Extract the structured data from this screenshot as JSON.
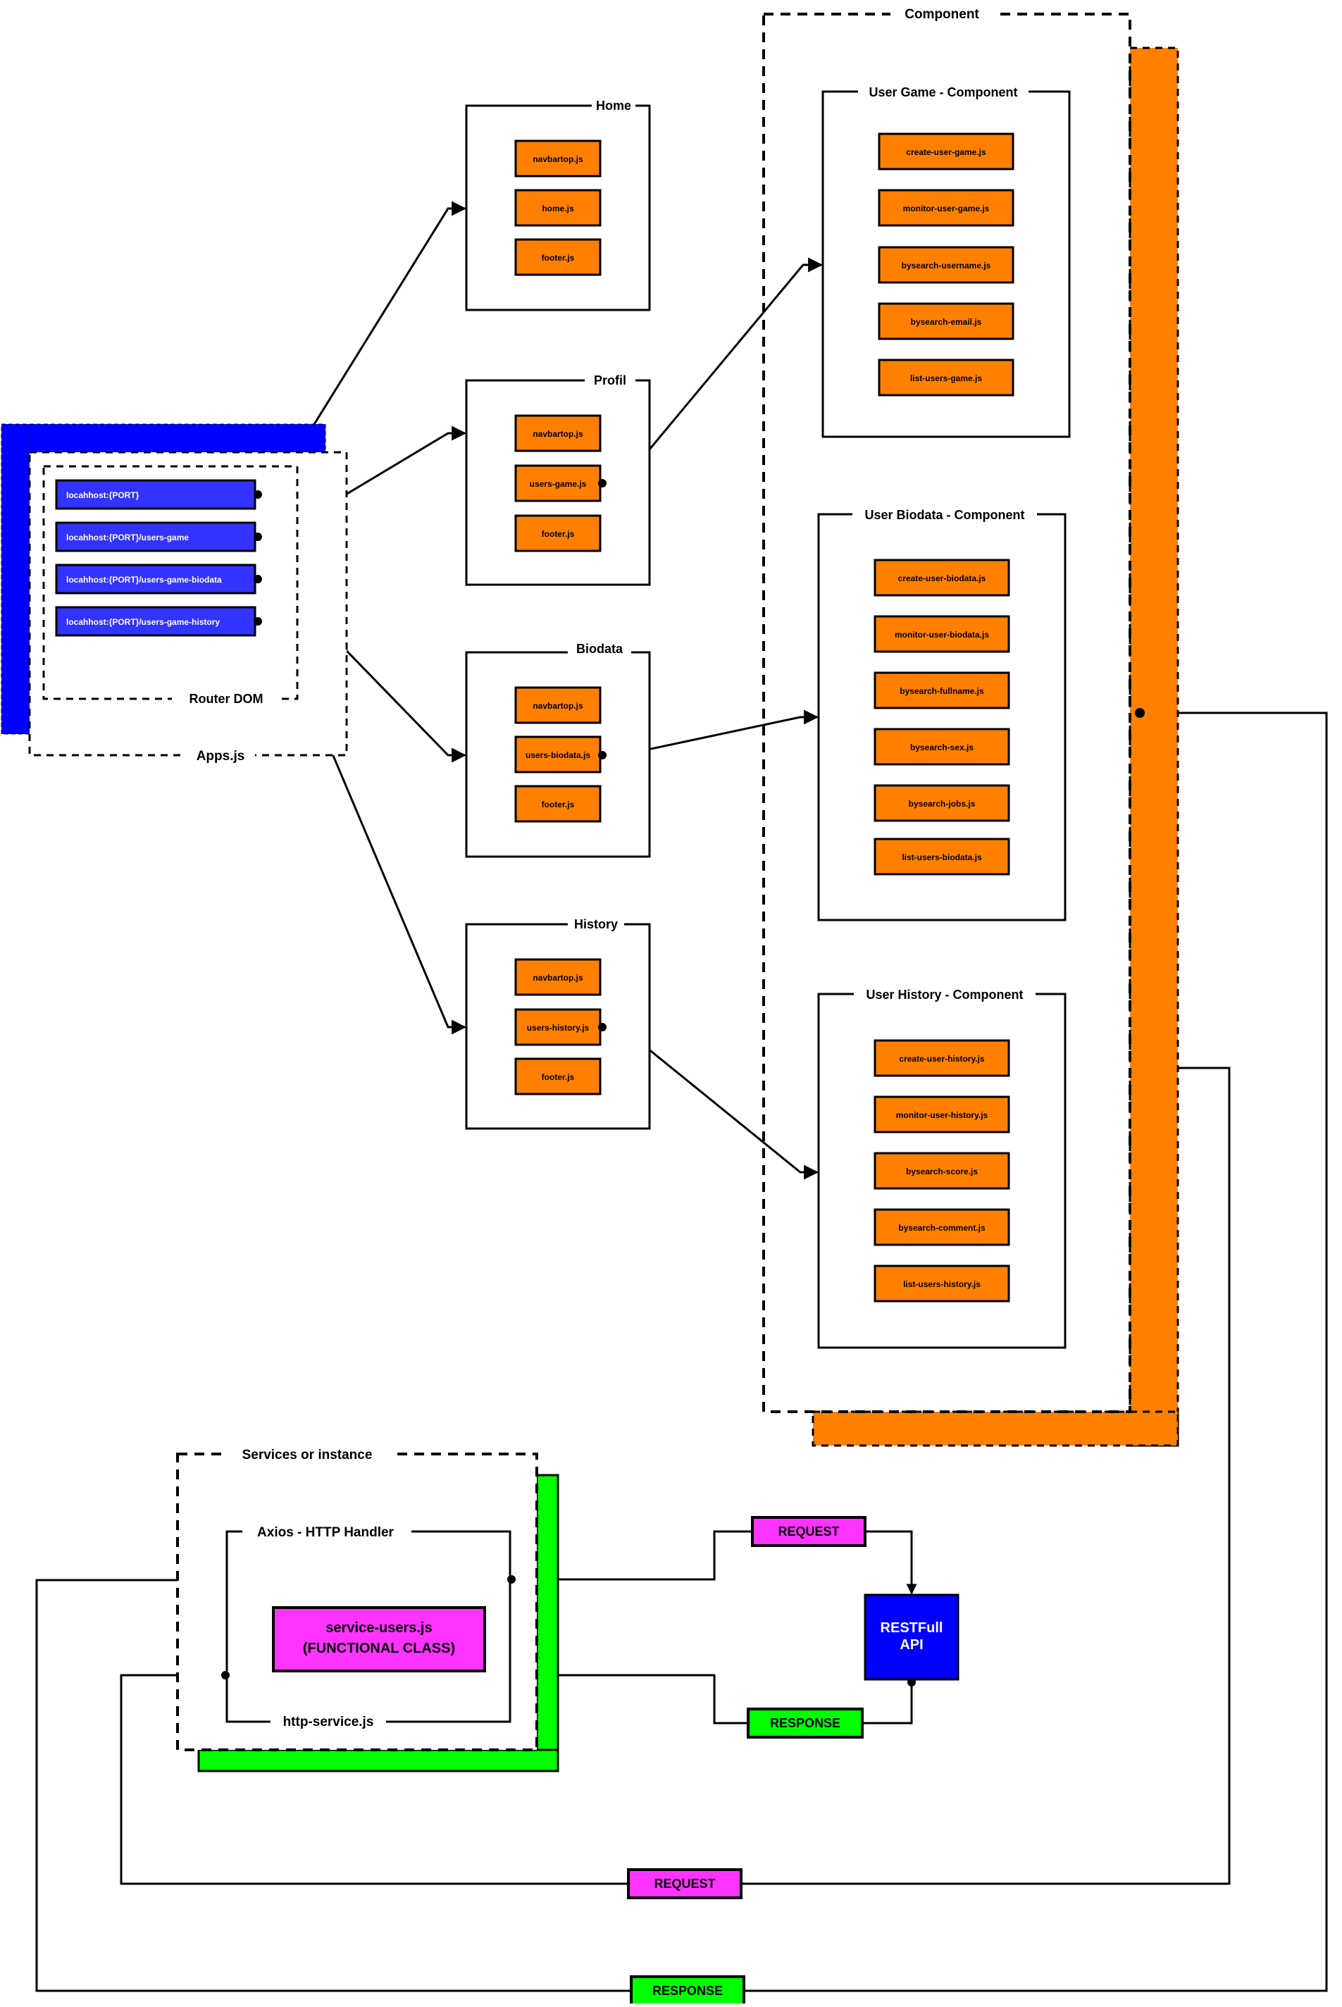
{
  "colors": {
    "orange": "#ff8000",
    "blue_route": "#3333ff",
    "blue_band": "#0000ff",
    "green": "#00ff00",
    "magenta": "#ff33ff",
    "api_blue": "#0000ff"
  },
  "apps": {
    "title": "Apps.js",
    "router_title": "Router DOM",
    "routes": [
      "locahhost:{PORT}",
      "locahhost:{PORT}/users-game",
      "locahhost:{PORT}/users-game-biodata",
      "locahhost:{PORT}/users-game-history"
    ]
  },
  "pages": [
    {
      "title": "Home",
      "items": [
        "navbartop.js",
        "home.js",
        "footer.js"
      ]
    },
    {
      "title": "Profil",
      "items": [
        "navbartop.js",
        "users-game.js",
        "footer.js"
      ]
    },
    {
      "title": "Biodata",
      "items": [
        "navbartop.js",
        "users-biodata.js",
        "footer.js"
      ]
    },
    {
      "title": "History",
      "items": [
        "navbartop.js",
        "users-history.js",
        "footer.js"
      ]
    }
  ],
  "component": {
    "title": "Component",
    "groups": [
      {
        "title": "User Game - Component",
        "items": [
          "create-user-game.js",
          "monitor-user-game.js",
          "bysearch-username.js",
          "bysearch-email.js",
          "list-users-game.js"
        ]
      },
      {
        "title": "User Biodata - Component",
        "items": [
          "create-user-biodata.js",
          "monitor-user-biodata.js",
          "bysearch-fullname.js",
          "bysearch-sex.js",
          "bysearch-jobs.js",
          "list-users-biodata.js"
        ]
      },
      {
        "title": "User History - Component",
        "items": [
          "create-user-history.js",
          "monitor-user-history.js",
          "bysearch-score.js",
          "bysearch-comment.js",
          "list-users-history.js"
        ]
      }
    ]
  },
  "services": {
    "title": "Services or instance",
    "handler_title": "Axios - HTTP Handler",
    "service_line1": "service-users.js",
    "service_line2": "(FUNCTIONAL CLASS)",
    "footer_title": "http-service.js"
  },
  "api": {
    "line1": "RESTFull",
    "line2": "API"
  },
  "flows": {
    "request_top": "REQUEST",
    "response_top": "RESPONSE",
    "request_bottom": "REQUEST",
    "response_bottom": "RESPONSE"
  }
}
